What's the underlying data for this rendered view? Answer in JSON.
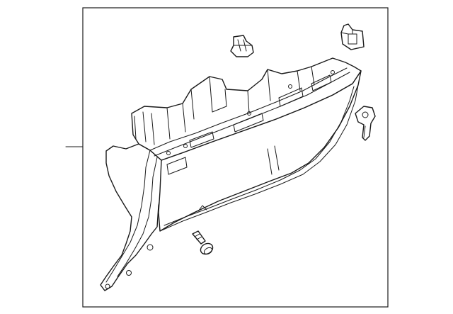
{
  "diagram": {
    "background_color": "#ffffff",
    "line_color": "#1a1a1a",
    "parts": [
      "glove-box-assembly",
      "upper-clip",
      "mounting-bracket",
      "side-damper-hook",
      "pivot-bolt"
    ]
  }
}
